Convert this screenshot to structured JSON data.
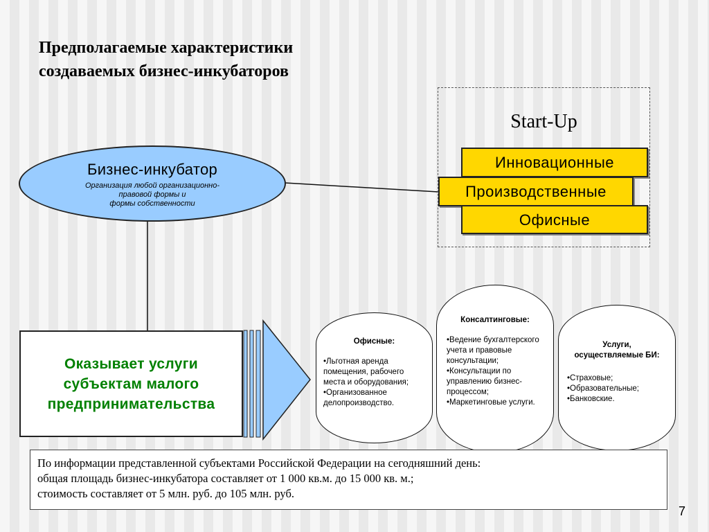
{
  "title": {
    "line1": "Предполагаемые характеристики",
    "line2": "создаваемых бизнес-инкубаторов"
  },
  "startup": {
    "label": "Start-Up",
    "types": [
      "Инновационные",
      "Производственные",
      "Офисные"
    ]
  },
  "incubator": {
    "title": "Бизнес-инкубатор",
    "subtitle_lines": [
      "Организация любой организационно-",
      "правовой формы и",
      "формы собственности"
    ]
  },
  "services_box": {
    "lines": [
      "Оказывает услуги",
      "субъектам малого",
      "предпринимательства"
    ]
  },
  "service_columns": [
    {
      "title": "Офисные:",
      "items": [
        "•Льготная аренда помещения, рабочего места и оборудования;",
        "•Организованное делопроизводство."
      ]
    },
    {
      "title": "Консалтинговые:",
      "items": [
        "•Ведение бухгалтерского учета и правовые консультации;",
        "•Консультации по управлению бизнес-процессом;",
        "•Маркетинговые услуги."
      ]
    },
    {
      "title": "Услуги, осуществляемые БИ:",
      "items": [
        "•Страховые;",
        "•Образовательные;",
        "•Банковские."
      ]
    }
  ],
  "info": {
    "lines": [
      "По информации представленной субъектами Российской Федерации на сегодняшний день:",
      "общая площадь бизнес-инкубатора составляет от 1 000 кв.м. до 15 000 кв. м.;",
      "стоимость составляет от 5 млн. руб. до 105 млн. руб."
    ]
  },
  "page_number": "7",
  "colors": {
    "yellow_box": "#ffd700",
    "ellipse_fill": "#99ccff",
    "arrow_fill": "#99ccff",
    "services_text": "#008000"
  }
}
